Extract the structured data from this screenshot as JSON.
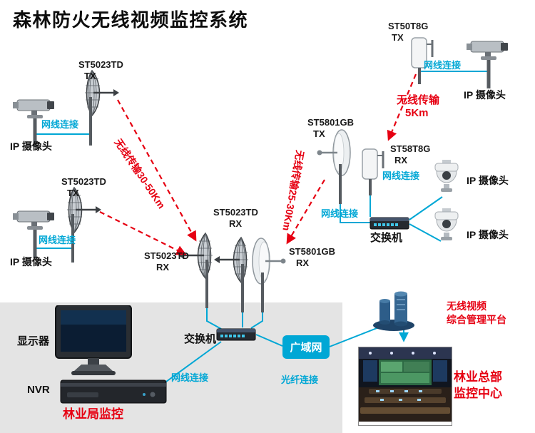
{
  "title": "森林防火无线视频监控系统",
  "colors": {
    "cyan": "#00a7d5",
    "red": "#e60012",
    "panel_gray": "#e4e4e4"
  },
  "devices": {
    "tx_top_left": {
      "model": "ST5023TD",
      "role": "TX"
    },
    "tx_mid_left": {
      "model": "ST5023TD",
      "role": "TX"
    },
    "rx_center_a": {
      "model": "ST5023TD",
      "role": "RX"
    },
    "rx_center_b": {
      "model": "ST5023TD",
      "role": "RX"
    },
    "rx_dish": {
      "model": "ST5801GB",
      "role": "RX"
    },
    "tx_dish": {
      "model": "ST5801GB",
      "role": "TX"
    },
    "tx_top_right": {
      "model": "ST50T8G",
      "role": "TX"
    },
    "rx_right": {
      "model": "ST58T8G",
      "role": "RX"
    }
  },
  "labels": {
    "ip_camera": "IP 摄像头",
    "lan_link": "网线连接",
    "fiber_link": "光纤连接",
    "wan": "广域网",
    "switch": "交换机",
    "monitor": "显示器",
    "nvr": "NVR",
    "wireless_30_50": "无线传输30-50Km",
    "wireless_25_30": "无线传输25-30Km",
    "wireless_short_1": "无线传输",
    "wireless_short_2": "5Km",
    "bureau_monitor": "林业局监控",
    "platform_1": "无线视频",
    "platform_2": "综合管理平台",
    "hq_1": "林业总部",
    "hq_2": "监控中心"
  }
}
